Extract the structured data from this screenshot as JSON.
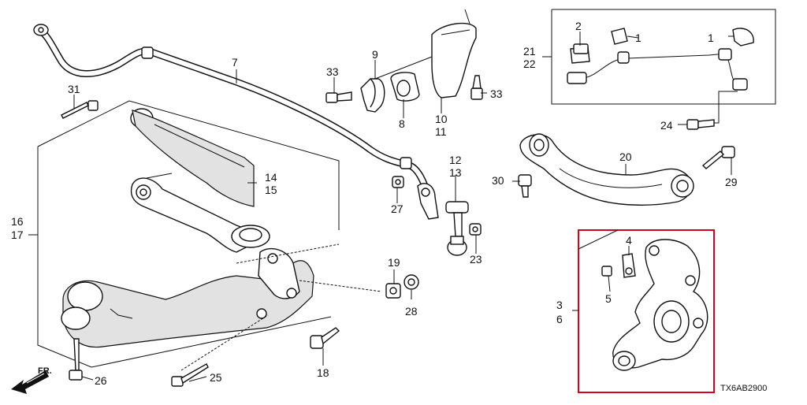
{
  "diagram": {
    "code": "TX6AB2900",
    "direction_label": "FR.",
    "accent_color": "#d9001b",
    "callouts": [
      {
        "id": "c1a",
        "text": "1"
      },
      {
        "id": "c1b",
        "text": "1"
      },
      {
        "id": "c2",
        "text": "2"
      },
      {
        "id": "c3",
        "text": "3"
      },
      {
        "id": "c4",
        "text": "4"
      },
      {
        "id": "c5",
        "text": "5"
      },
      {
        "id": "c6",
        "text": "6"
      },
      {
        "id": "c7",
        "text": "7"
      },
      {
        "id": "c8",
        "text": "8"
      },
      {
        "id": "c9",
        "text": "9"
      },
      {
        "id": "c10",
        "text": "10"
      },
      {
        "id": "c11",
        "text": "11"
      },
      {
        "id": "c12",
        "text": "12"
      },
      {
        "id": "c13",
        "text": "13"
      },
      {
        "id": "c14",
        "text": "14"
      },
      {
        "id": "c15",
        "text": "15"
      },
      {
        "id": "c16",
        "text": "16"
      },
      {
        "id": "c17",
        "text": "17"
      },
      {
        "id": "c18",
        "text": "18"
      },
      {
        "id": "c19",
        "text": "19"
      },
      {
        "id": "c20",
        "text": "20"
      },
      {
        "id": "c21",
        "text": "21"
      },
      {
        "id": "c22",
        "text": "22"
      },
      {
        "id": "c23",
        "text": "23"
      },
      {
        "id": "c24",
        "text": "24"
      },
      {
        "id": "c25",
        "text": "25"
      },
      {
        "id": "c26",
        "text": "26"
      },
      {
        "id": "c27",
        "text": "27"
      },
      {
        "id": "c28",
        "text": "28"
      },
      {
        "id": "c29",
        "text": "29"
      },
      {
        "id": "c30",
        "text": "30"
      },
      {
        "id": "c31",
        "text": "31"
      },
      {
        "id": "c33a",
        "text": "33"
      },
      {
        "id": "c33b",
        "text": "33"
      }
    ]
  }
}
